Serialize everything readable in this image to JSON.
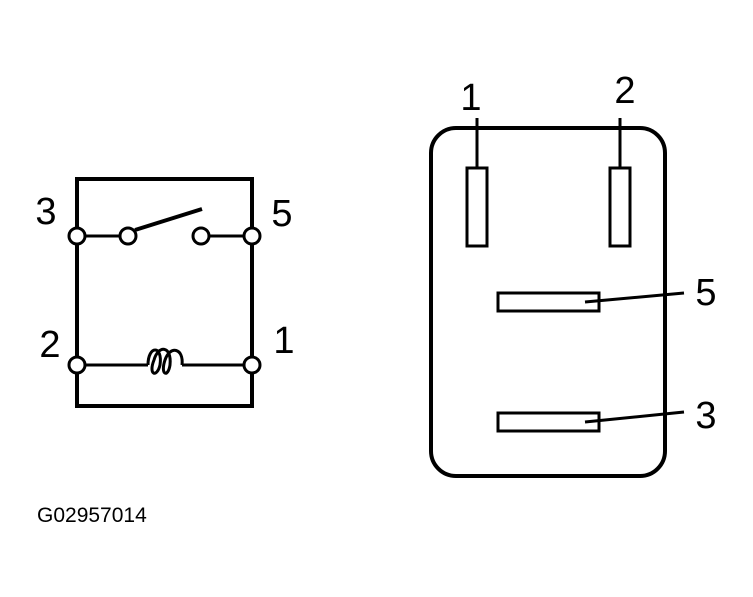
{
  "schematic": {
    "terminals": [
      {
        "id": "3",
        "label": "3"
      },
      {
        "id": "5",
        "label": "5"
      },
      {
        "id": "2",
        "label": "2"
      },
      {
        "id": "1",
        "label": "1"
      }
    ],
    "components": [
      "switch",
      "coil"
    ]
  },
  "connector": {
    "pins": [
      {
        "id": "1",
        "label": "1"
      },
      {
        "id": "2",
        "label": "2"
      },
      {
        "id": "5",
        "label": "5"
      },
      {
        "id": "3",
        "label": "3"
      }
    ]
  },
  "figure_code": "G02957014"
}
